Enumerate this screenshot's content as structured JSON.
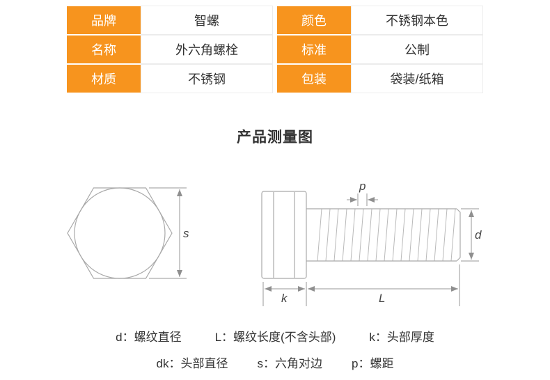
{
  "spec_table": {
    "rows": [
      {
        "label1": "品牌",
        "value1": "智螺",
        "label2": "颜色",
        "value2": "不锈钢本色"
      },
      {
        "label1": "名称",
        "value1": "外六角螺栓",
        "label2": "标准",
        "value2": "公制"
      },
      {
        "label1": "材质",
        "value1": "不锈钢",
        "label2": "包装",
        "value2": "袋装/纸箱"
      }
    ]
  },
  "section_title": "产品测量图",
  "diagram": {
    "labels": {
      "s": "s",
      "p": "p",
      "d": "d",
      "k": "k",
      "L": "L"
    }
  },
  "legend": {
    "line1": [
      "d：螺纹直径",
      "L：螺纹长度(不含头部)",
      "k：头部厚度"
    ],
    "line2": [
      "dk：头部直径",
      "s：六角对边",
      "p：螺距"
    ]
  },
  "colors": {
    "accent_orange": "#f7941e",
    "table_border": "#ececec",
    "line_gray": "#a9a9a9"
  }
}
